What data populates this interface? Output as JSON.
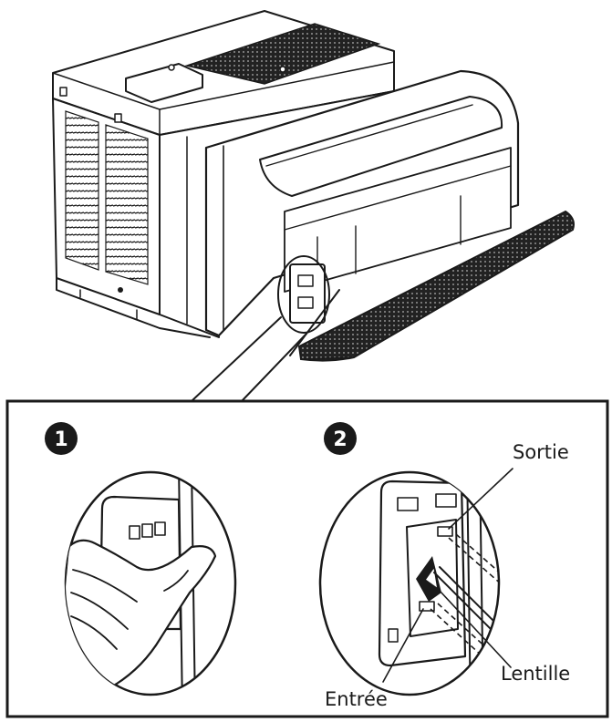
{
  "steps": [
    {
      "number": "1"
    },
    {
      "number": "2"
    }
  ],
  "labels": {
    "outlet": "Sortie",
    "lens": "Lentille",
    "inlet": "Entrée"
  }
}
